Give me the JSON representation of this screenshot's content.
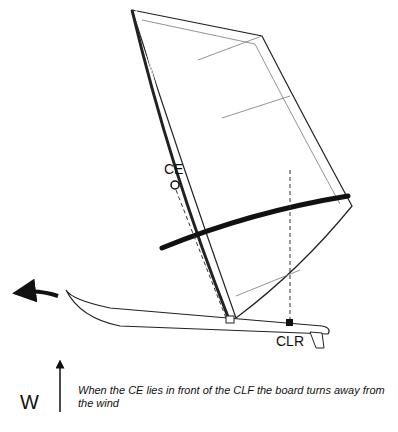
{
  "diagram": {
    "caption": "When the CE lies in front of the CLF the board turns away from the wind",
    "labels": [
      "CE",
      "CLR",
      "W"
    ]
  }
}
